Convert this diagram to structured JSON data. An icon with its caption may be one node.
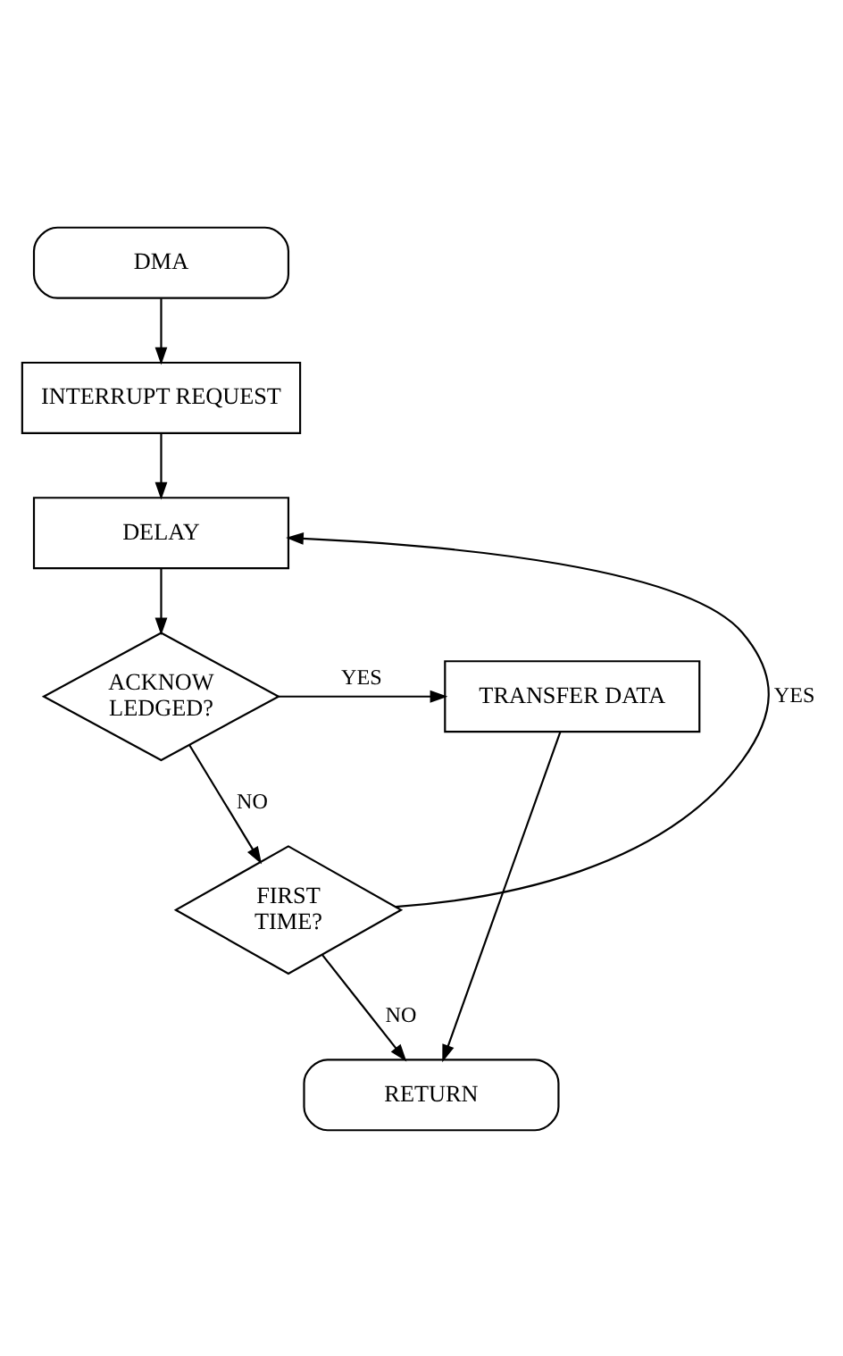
{
  "diagram": {
    "nodes": [
      {
        "text": [
          "DMA"
        ]
      },
      {
        "text": [
          "INTERRUPT REQUEST"
        ]
      },
      {
        "text": [
          "DELAY"
        ]
      },
      {
        "text": [
          "ACKNOW LEDGED?"
        ]
      },
      {
        "text": [
          "TRANSFER DATA"
        ]
      },
      {
        "text": [
          "FIRST TIME?"
        ]
      },
      {
        "text": [
          "RETURN"
        ]
      }
    ],
    "edges": [
      {
        "from": 0,
        "to": 1,
        "arrow": "to"
      },
      {
        "from": 1,
        "to": 2,
        "arrow": "to"
      },
      {
        "from": 2,
        "to": 3,
        "arrow": "to"
      },
      {
        "from": 3,
        "to": 4,
        "arrow": "to",
        "label": "YES"
      },
      {
        "from": 3,
        "to": 5,
        "arrow": "to",
        "label": "NO"
      },
      {
        "from": 5,
        "to": 2,
        "arrow": "to",
        "label": "YES"
      },
      {
        "from": 5,
        "to": 6,
        "arrow": "to",
        "label": "NO"
      },
      {
        "from": 4,
        "to": 6,
        "arrow": "to"
      }
    ]
  }
}
